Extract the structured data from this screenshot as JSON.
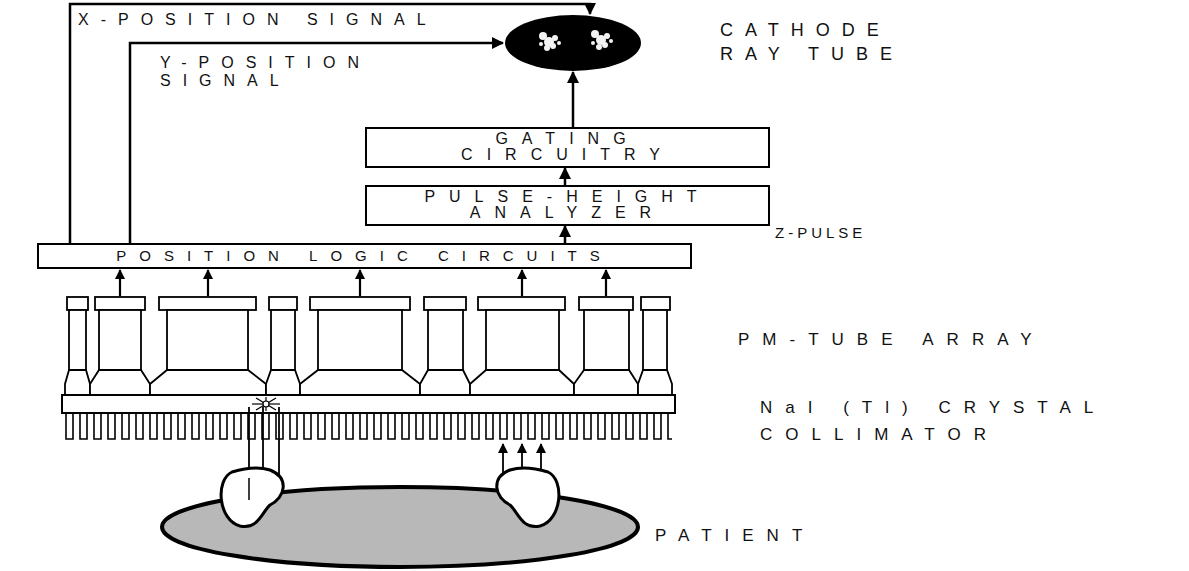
{
  "diagram": {
    "nodes": [
      {
        "text": [
          "POSITION LOGIC CIRCUITS"
        ]
      },
      {
        "text": [
          "PULSE-HEIGHT ANALYZER"
        ]
      },
      {
        "text": [
          "GATING CIRCUITRY"
        ]
      },
      {
        "text": [
          "CATHODE RAY TUBE"
        ]
      }
    ],
    "edges": [
      {
        "from": 0,
        "to": 1,
        "arrow": "to",
        "label": "Z-PULSE"
      },
      {
        "from": 1,
        "to": 2,
        "arrow": "to"
      },
      {
        "from": 2,
        "to": 3,
        "arrow": "to"
      },
      {
        "from": 0,
        "to": 3,
        "arrow": "to",
        "label": "X-POSITION SIGNAL"
      },
      {
        "from": 0,
        "to": 3,
        "arrow": "to",
        "label": "Y-POSITION SIGNAL"
      }
    ],
    "labels": [
      "PM-TUBE ARRAY",
      "NaI (Tl) CRYSTAL",
      "COLLIMATOR",
      "PATIENT"
    ]
  }
}
